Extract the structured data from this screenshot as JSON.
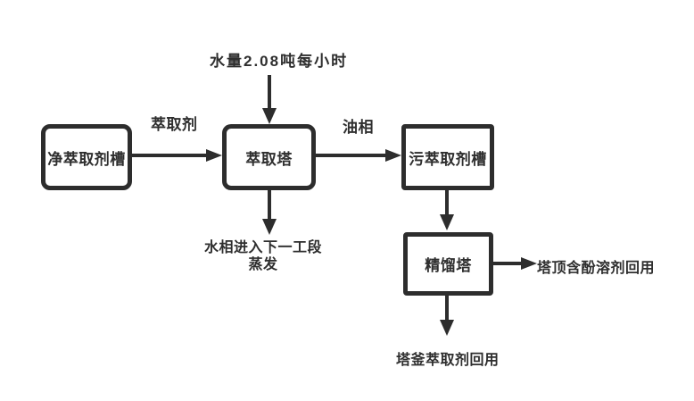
{
  "diagram": {
    "type": "process-flowchart",
    "colors": {
      "line": "#2d2d2d",
      "text": "#2e2e2e",
      "background": "#ffffff"
    },
    "boxes": [
      {
        "id": "clean-extractant-tank",
        "label": "净萃取剂槽"
      },
      {
        "id": "extraction-tower",
        "label": "萃取塔"
      },
      {
        "id": "dirty-extractant-tank",
        "label": "污萃取剂槽"
      },
      {
        "id": "distillation-tower",
        "label": "精馏塔"
      }
    ],
    "flow_labels": {
      "water_feed": "水量2.08吨每小时",
      "extractant": "萃取剂",
      "oil_phase": "油相",
      "water_phase_line1": "水相进入下一工段",
      "water_phase_line2": "蒸发",
      "tower_top_output": "塔顶含酚溶剂回用",
      "tower_bottom_output": "塔釜萃取剂回用"
    }
  }
}
